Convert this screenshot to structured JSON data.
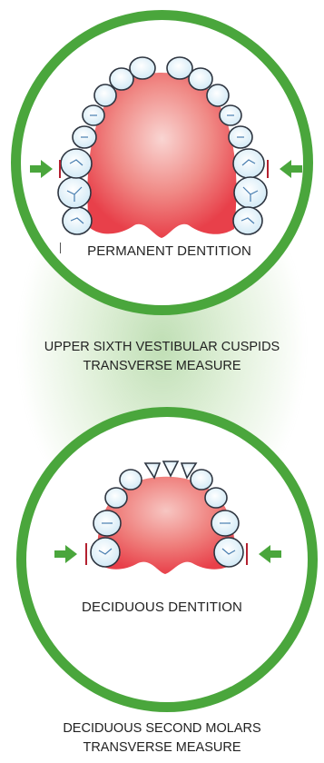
{
  "permanent": {
    "label": "PERMANENT DENTITION",
    "caption_line1": "UPPER SIXTH VESTIBULAR CUSPIDS",
    "caption_line2": "TRANSVERSE MEASURE"
  },
  "deciduous": {
    "label": "DECIDUOUS DENTITION",
    "caption_line1": "DECIDUOUS SECOND MOLARS",
    "caption_line2": "TRANSVERSE MEASURE"
  },
  "colors": {
    "ring": "#4aa63c",
    "arrow": "#4aa63c",
    "palate": "#e8404a",
    "tooth": "#dbeef8",
    "tooth_outline": "#2e3540",
    "measure_mark": "#b3202f"
  },
  "icons": [
    "upper-arch-permanent",
    "upper-arch-deciduous",
    "arrow-right-icon",
    "arrow-left-icon"
  ]
}
